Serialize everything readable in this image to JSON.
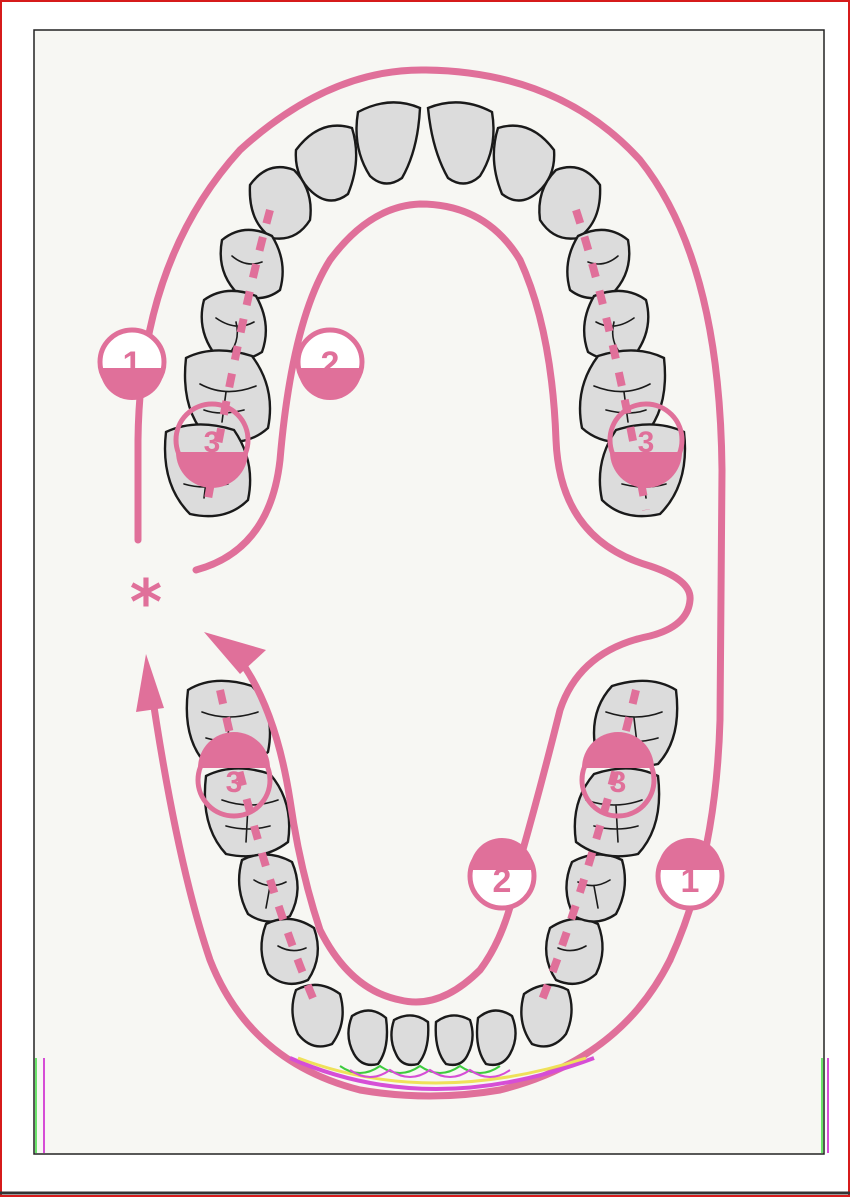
{
  "colors": {
    "accent": "#e0709a",
    "tooth_fill": "#dcdcdc",
    "outline": "#1a1a1a",
    "background": "#f7f7f3",
    "frame_border": "#d61b1b"
  },
  "labels": {
    "upper_outer": "1",
    "upper_inner": "2",
    "upper_left_molar": "3",
    "upper_right_molar": "3",
    "lower_left_molar": "3",
    "lower_right_molar": "3",
    "lower_inner": "2",
    "lower_outer": "1",
    "start_marker": "*"
  }
}
